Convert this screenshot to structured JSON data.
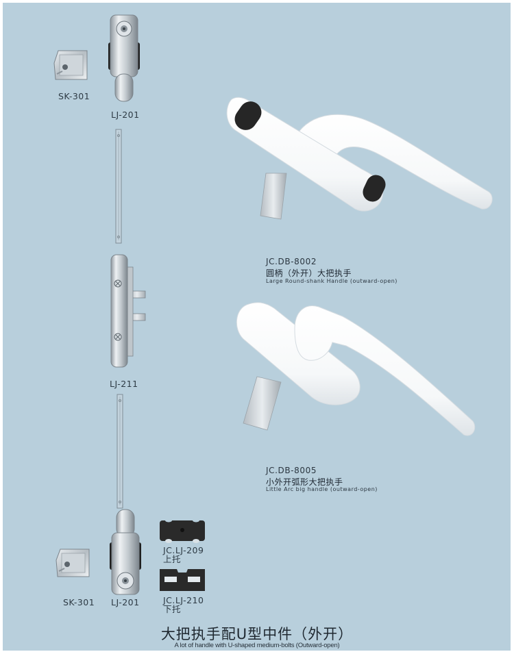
{
  "colors": {
    "background": "#b8cfdc",
    "border": "#ffffff",
    "handle_white": "#ffffff",
    "rubber_black": "#222222",
    "metal": "#c9d0d5",
    "plastic_black": "#2a2a2a",
    "text": "#2d3a44"
  },
  "components": {
    "top_striker": {
      "code": "SK-301",
      "icon": "square-striker-plate-icon"
    },
    "top_lock_block": {
      "code": "LJ-201",
      "icon": "lock-block-icon"
    },
    "middle_bolt": {
      "code": "LJ-211",
      "icon": "middle-bolt-plate-icon"
    },
    "bottom_striker": {
      "code": "SK-301",
      "icon": "square-striker-plate-icon"
    },
    "bottom_lock_block": {
      "code": "LJ-201",
      "icon": "lock-block-icon"
    },
    "upper_support": {
      "code": "JC.LJ-209",
      "name_cn": "上托",
      "icon": "upper-support-block-icon"
    },
    "lower_support": {
      "code": "JC.LJ-210",
      "name_cn": "下托",
      "icon": "lower-support-block-icon"
    }
  },
  "products": [
    {
      "code": "JC.DB-8002",
      "name_cn": "圆柄（外开）大把执手",
      "name_en": "Large Round-shank Handle (outward-open)",
      "icon": "round-shank-handle-icon"
    },
    {
      "code": "JC.DB-8005",
      "name_cn": "小外开弧形大把执手",
      "name_en": "Little Arc big handle  (outward-open)",
      "icon": "arc-handle-icon"
    }
  ],
  "title": {
    "cn": "大把执手配U型中件（外开）",
    "en": "A lot of handle with U-shaped medium-bolts (Outward-open)"
  }
}
